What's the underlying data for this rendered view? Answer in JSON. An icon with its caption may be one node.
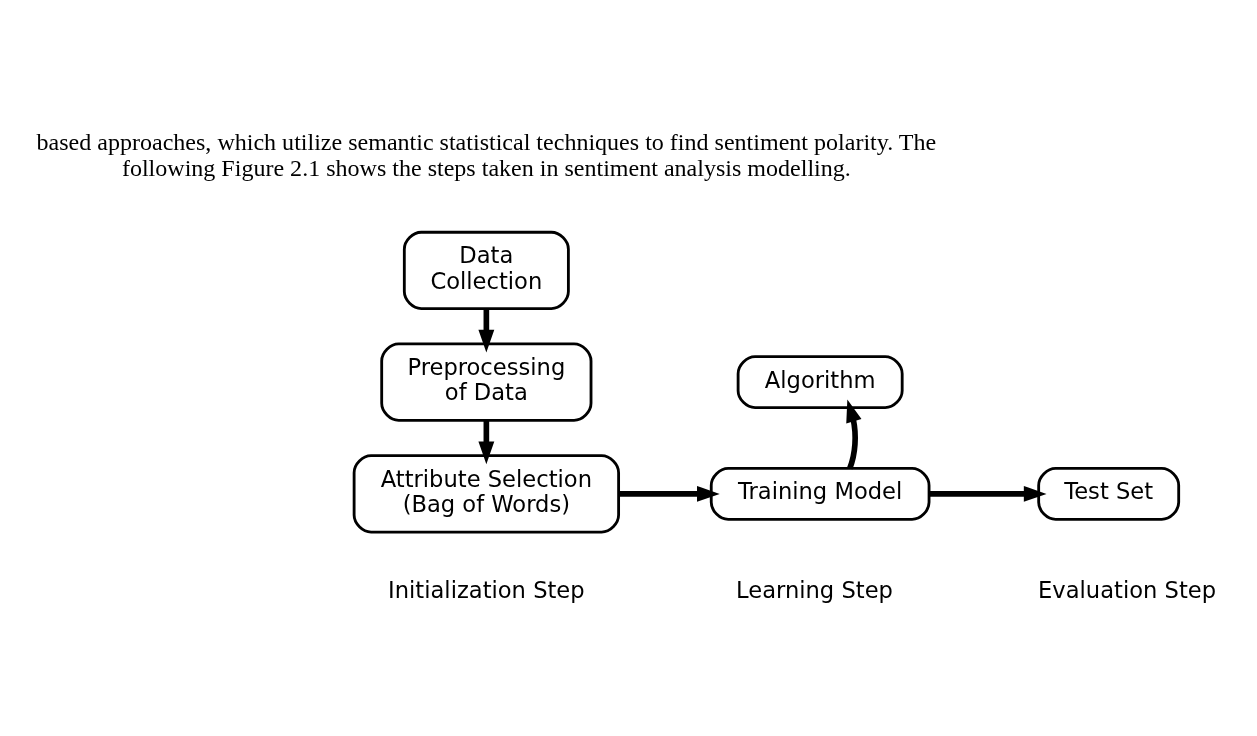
{
  "diagram": {
    "nodes": [
      {
        "text": [
          "Data Collection"
        ]
      },
      {
        "text": [
          "Preprocessing of Data"
        ]
      },
      {
        "text": [
          "Attribute Selection (Bag of Words)"
        ]
      },
      {
        "text": [
          "Algorithm"
        ]
      },
      {
        "text": [
          "Training Model"
        ]
      },
      {
        "text": [
          "Test Set"
        ]
      }
    ],
    "edges": [
      {
        "from": 0,
        "to": 1,
        "arrow": "to"
      },
      {
        "from": 1,
        "to": 2,
        "arrow": "to"
      },
      {
        "from": 2,
        "to": 4,
        "arrow": "to"
      },
      {
        "from": 4,
        "to": 3,
        "arrow": "to"
      },
      {
        "from": 4,
        "to": 5,
        "arrow": "to"
      }
    ],
    "labels": [
      "based approaches, which utilize semantic statistical techniques to find sentiment polarity. The following Figure 2.1 shows the steps taken in sentiment analysis modelling.",
      "Initialization Step",
      "Learning Step",
      "Evaluation Step"
    ]
  }
}
